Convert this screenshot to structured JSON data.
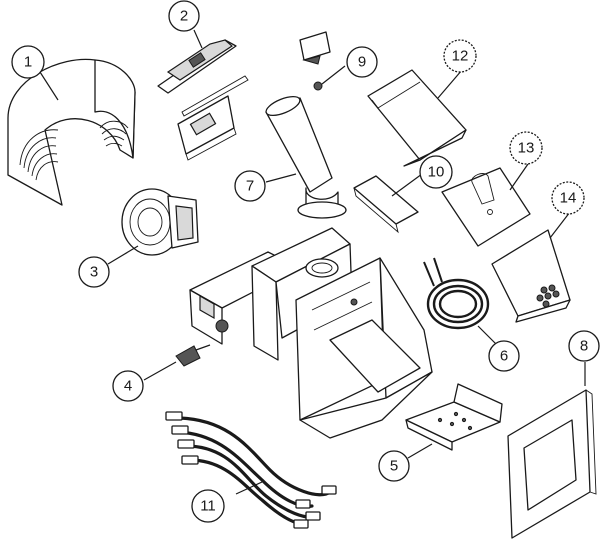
{
  "callouts": [
    {
      "id": "1",
      "label": "1"
    },
    {
      "id": "2",
      "label": "2"
    },
    {
      "id": "3",
      "label": "3"
    },
    {
      "id": "4",
      "label": "4"
    },
    {
      "id": "5",
      "label": "5"
    },
    {
      "id": "6",
      "label": "6"
    },
    {
      "id": "7",
      "label": "7"
    },
    {
      "id": "8",
      "label": "8"
    },
    {
      "id": "9",
      "label": "9"
    },
    {
      "id": "10",
      "label": "10"
    },
    {
      "id": "11",
      "label": "11"
    },
    {
      "id": "12",
      "label": "12"
    },
    {
      "id": "13",
      "label": "13"
    },
    {
      "id": "14",
      "label": "14"
    }
  ],
  "colors": {
    "line": "#1a1a1a",
    "background": "#ffffff",
    "shade": "#d9d9d9"
  }
}
